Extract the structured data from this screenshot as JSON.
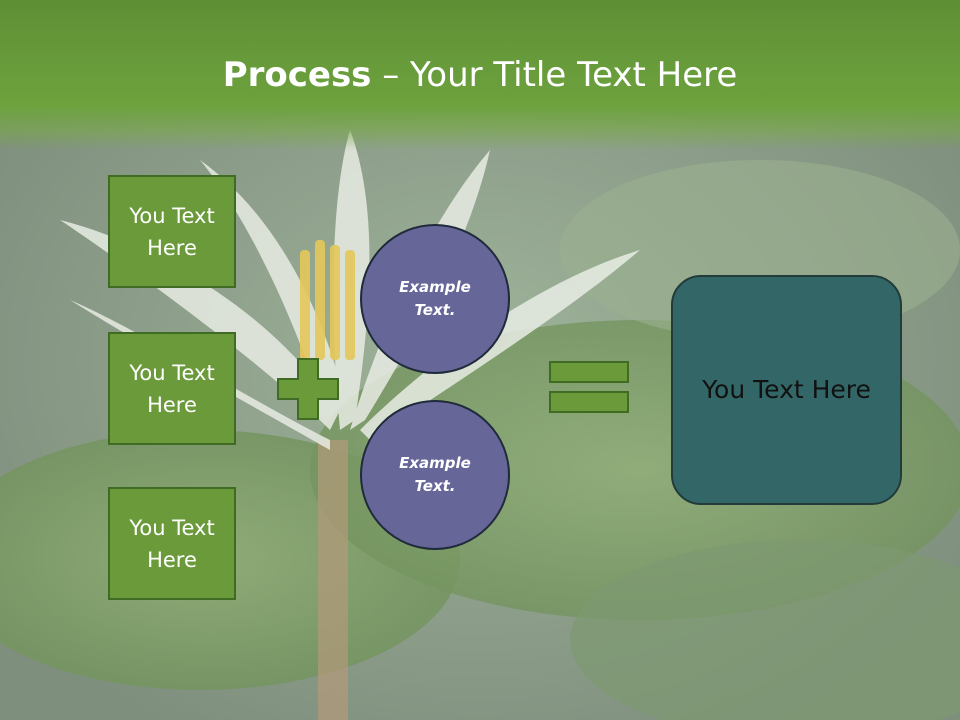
{
  "title": {
    "bold": "Process",
    "rest": " – Your Title Text Here"
  },
  "boxes": [
    {
      "label": "You Text Here"
    },
    {
      "label": "You Text Here"
    },
    {
      "label": "You Text Here"
    }
  ],
  "circles": [
    {
      "label": "Example Text."
    },
    {
      "label": "Example Text."
    }
  ],
  "result": {
    "label": "You Text Here"
  },
  "operators": {
    "plus": "plus-icon",
    "equals": "equals-icon"
  },
  "colors": {
    "header": "#6da23d",
    "box": "#6a9a3a",
    "circle": "#666699",
    "result": "#336666"
  }
}
